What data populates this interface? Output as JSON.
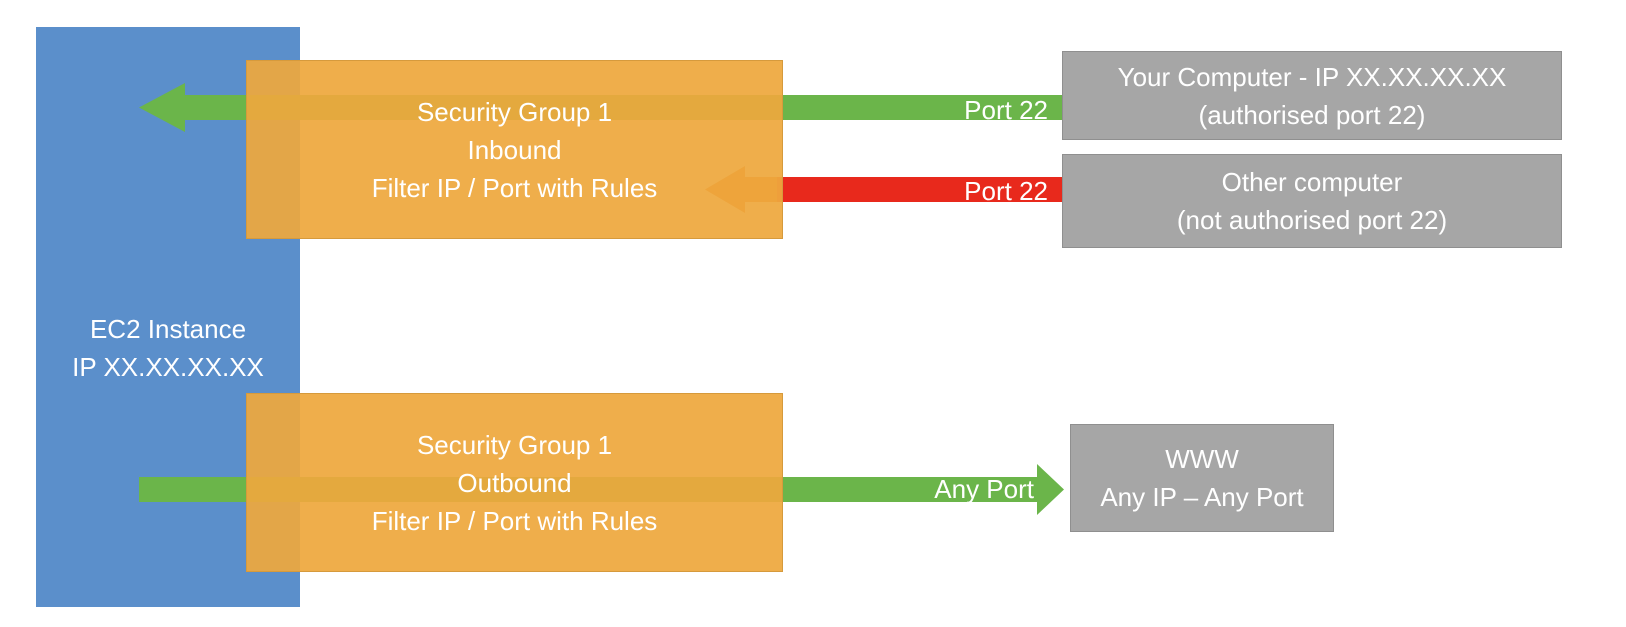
{
  "ec2": {
    "line1": "EC2 Instance",
    "line2": "IP XX.XX.XX.XX"
  },
  "inbound_group": {
    "line1": "Security Group 1",
    "line2": "Inbound",
    "line3": "Filter IP / Port with Rules"
  },
  "outbound_group": {
    "line1": "Security Group 1",
    "line2": "Outbound",
    "line3": "Filter IP / Port with Rules"
  },
  "your_computer": {
    "line1": "Your Computer - IP XX.XX.XX.XX",
    "line2": "(authorised port 22)"
  },
  "other_computer": {
    "line1": "Other computer",
    "line2": "(not authorised port 22)"
  },
  "www": {
    "line1": "WWW",
    "line2": "Any IP – Any Port"
  },
  "arrows": {
    "allowed_inbound_label": "Port 22",
    "blocked_inbound_label": "Port 22",
    "outbound_label": "Any Port"
  },
  "colors": {
    "ec2": "#5b8fcb",
    "security_group": "#eea83d",
    "external_host": "#a6a6a6",
    "allowed_arrow": "#6bb54a",
    "blocked_arrow": "#e8291c",
    "blocked_arrow_head": "#e8721c"
  }
}
